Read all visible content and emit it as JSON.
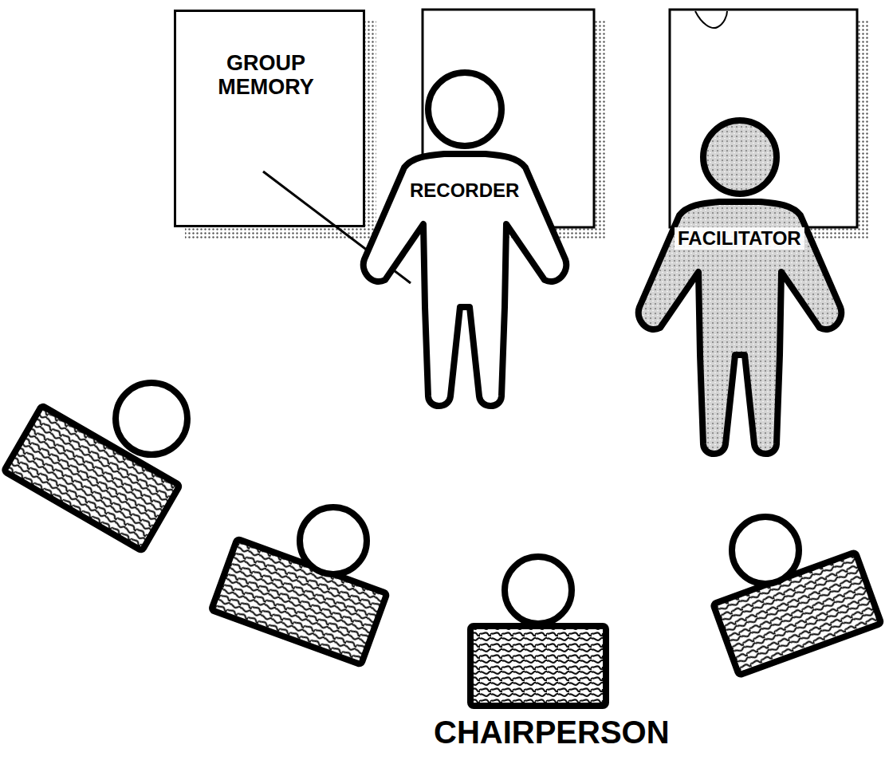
{
  "diagram": {
    "nodes": [
      {
        "text": [
          "GROUP MEMORY"
        ]
      },
      {
        "text": [
          "RECORDER"
        ]
      },
      {
        "text": [
          "FACILITATOR"
        ]
      }
    ],
    "labels": [
      "CHAIRPERSON"
    ]
  }
}
